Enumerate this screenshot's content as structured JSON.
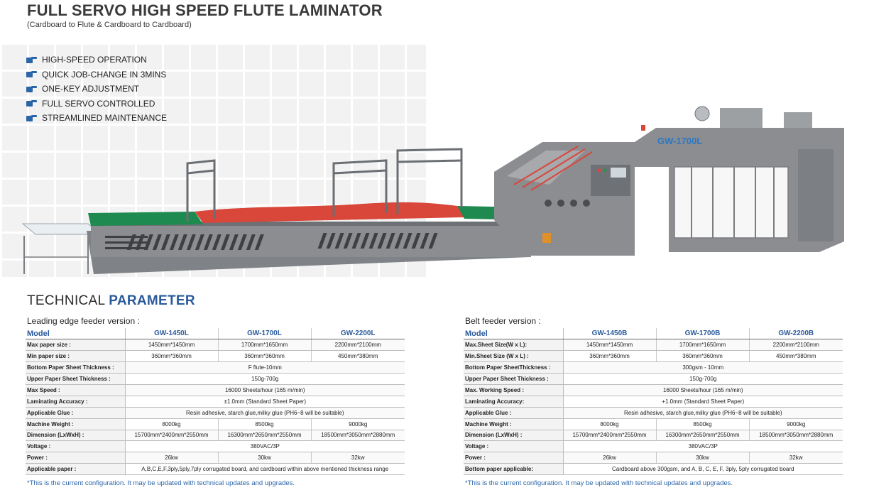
{
  "header": {
    "title": "FULL SERVO HIGH SPEED FLUTE LAMINATOR",
    "subtitle": "(Cardboard to Flute & Cardboard to Cardboard)"
  },
  "features": [
    "HIGH-SPEED OPERATION",
    "QUICK JOB-CHANGE IN 3MINS",
    "ONE-KEY ADJUSTMENT",
    "FULL SERVO CONTROLLED",
    "STREAMLINED MAINTENANCE"
  ],
  "machine": {
    "model_plate": "GW-1700L"
  },
  "technical": {
    "title_light": "TECHNICAL ",
    "title_bold": "PARAMETER"
  },
  "colors": {
    "accent": "#2a5a9a",
    "note": "#2a65a8",
    "conveyor_green": "#1e8a4f",
    "paper_red": "#d9473b",
    "machine_grey": "#8b8d90"
  },
  "tables": {
    "leading": {
      "version": "Leading edge feeder version :",
      "header": [
        "Model",
        "GW-1450L",
        "GW-1700L",
        "GW-2200L"
      ],
      "rows": [
        {
          "label": "Max paper size :",
          "cells": [
            "1450mm*1450mm",
            "1700mm*1650mm",
            "2200mm*2100mm"
          ]
        },
        {
          "label": "Min paper size :",
          "cells": [
            "360mm*360mm",
            "360mm*360mm",
            "450mm*380mm"
          ]
        },
        {
          "label": "Bottom Paper Sheet Thickness :",
          "cells": [
            "F flute-10mm"
          ]
        },
        {
          "label": "Upper Paper Sheet Thickness :",
          "cells": [
            "150g-700g"
          ]
        },
        {
          "label": "Max Speed :",
          "cells": [
            "16000 Sheets/hour (165 m/min)"
          ]
        },
        {
          "label": "Laminating Accuracy :",
          "cells": [
            "±1.0mm (Standard Sheet Paper)"
          ]
        },
        {
          "label": "Applicable Glue :",
          "cells": [
            "Resin adhesive, starch glue,milky glue (PH6~8 will be suitable)"
          ]
        },
        {
          "label": "Machine Weight :",
          "cells": [
            "8000kg",
            "8500kg",
            "9000kg"
          ]
        },
        {
          "label": "Dimension (LxWxH) :",
          "cells": [
            "15700mm*2400mm*2550mm",
            "16300mm*2650mm*2550mm",
            "18500mm*3050mm*2880mm"
          ]
        },
        {
          "label": "Voltage :",
          "cells": [
            "380VAC/3P"
          ]
        },
        {
          "label": "Power :",
          "cells": [
            "26kw",
            "30kw",
            "32kw"
          ]
        },
        {
          "label": "Applicable paper :",
          "cells": [
            "A,B,C,E,F,3ply,5ply,7ply corrugated board, and cardboard within above mentioned thickness range"
          ]
        }
      ],
      "note": "*This is the current configuration. It may be updated with technical updates and upgrades."
    },
    "belt": {
      "version": "Belt feeder version :",
      "header": [
        "Model",
        "GW-1450B",
        "GW-1700B",
        "GW-2200B"
      ],
      "rows": [
        {
          "label": "Max.Sheet Size(W x L):",
          "cells": [
            "1450mm*1450mm",
            "1700mm*1650mm",
            "2200mm*2100mm"
          ]
        },
        {
          "label": "Min.Sheet Size (W x L) :",
          "cells": [
            "360mm*360mm",
            "360mm*360mm",
            "450mm*380mm"
          ]
        },
        {
          "label": "Bottom Paper SheetThickness :",
          "cells": [
            "300gsm - 10mm"
          ]
        },
        {
          "label": "Upper Paper Sheet Thickness :",
          "cells": [
            "150g-700g"
          ]
        },
        {
          "label": "Max. Working Speed :",
          "cells": [
            "16000 Sheets/hour (165 m/min)"
          ]
        },
        {
          "label": "Laminating Accuracy:",
          "cells": [
            "+1.0mm (Standard Sheet Paper)"
          ]
        },
        {
          "label": "Applicable Glue :",
          "cells": [
            "Resin adhesive, starch glue,milky glue (PH6~8 will be suitable)"
          ]
        },
        {
          "label": "Machine Weight :",
          "cells": [
            "8000kg",
            "8500kg",
            "9000kg"
          ]
        },
        {
          "label": "Dimension (LxWxH) :",
          "cells": [
            "15700mm*2400mm*2550mm",
            "16300mm*2650mm*2550mm",
            "18500mm*3050mm*2880mm"
          ]
        },
        {
          "label": "Voltage :",
          "cells": [
            "380VAC/3P"
          ]
        },
        {
          "label": "Power :",
          "cells": [
            "26kw",
            "30kw",
            "32kw"
          ]
        },
        {
          "label": "Bottom paper applicable:",
          "cells": [
            "Cardboard above 300gsm, and A, B, C, E, F, 3ply, 5ply corrugated board"
          ]
        }
      ],
      "note": "*This is the current configuration. It may be updated with technical updates and upgrades."
    }
  }
}
